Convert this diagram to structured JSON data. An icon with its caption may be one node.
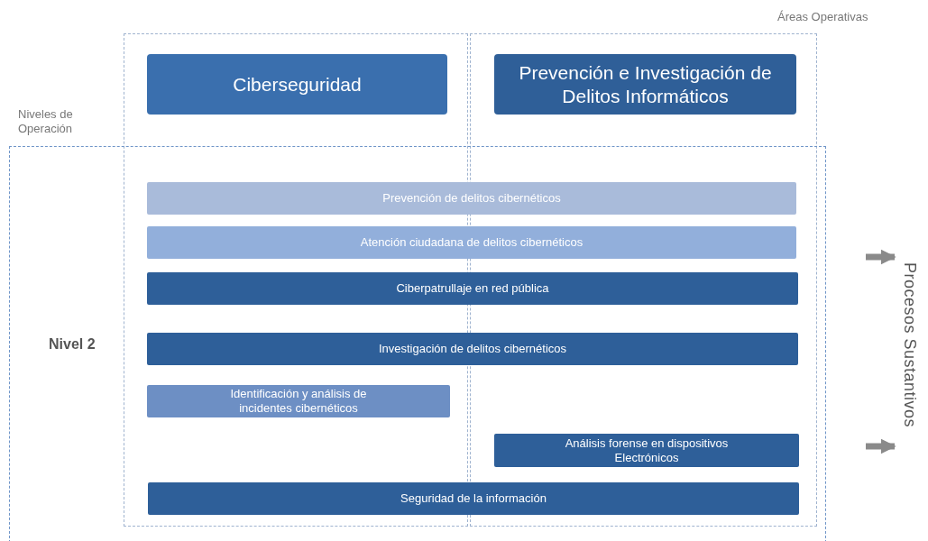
{
  "diagram": {
    "nodes": [
      {
        "text": [
          "Ciberseguridad"
        ]
      },
      {
        "text": [
          "Prevención e Investigación de Delitos Informáticos"
        ]
      },
      {
        "text": [
          "Prevención de delitos cibernéticos"
        ]
      },
      {
        "text": [
          "Atención ciudadana de delitos cibernéticos"
        ]
      },
      {
        "text": [
          "Ciberpatrullaje en red pública"
        ]
      },
      {
        "text": [
          "Investigación de delitos cibernéticos"
        ]
      },
      {
        "text": [
          "Identificación y análisis de incidentes cibernéticos"
        ]
      },
      {
        "text": [
          "Análisis forense en dispositivos Electrónicos"
        ]
      },
      {
        "text": [
          "Seguridad de la información"
        ]
      },
      {
        "text": [
          "Procesos Sustantivos"
        ]
      }
    ],
    "edges": [
      {
        "from": null,
        "to": 9,
        "arrow": "to"
      },
      {
        "from": null,
        "to": 9,
        "arrow": "to"
      }
    ],
    "labels": [
      "Áreas Operativas",
      "Niveles de Operación",
      "Nivel 2"
    ]
  }
}
